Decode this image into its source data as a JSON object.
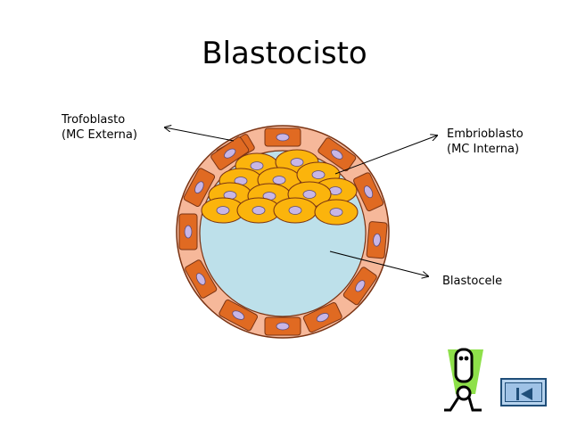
{
  "title": "Blastocisto",
  "labels": {
    "trofoblasto": [
      "Trofoblasto",
      "(MC Externa)"
    ],
    "embrioblasto": [
      "Embrioblasto",
      "(MC Interna)"
    ],
    "blastocele": "Blastocele"
  },
  "colors": {
    "trophoblast_ring": "#f6b89a",
    "trophoblast_cell": "#e06a22",
    "cavity": "#bde0ea",
    "inner_cell": "#fbb40c",
    "nucleus": "#c8b6e6",
    "outline": "#7a3414",
    "figure_bg": "#8ee04a",
    "nav_fill": "#9fc2e6",
    "nav_border": "#1f4e79"
  },
  "icons": {
    "mascot": "exclamation-mascot-icon",
    "back": "back-to-start-icon"
  }
}
